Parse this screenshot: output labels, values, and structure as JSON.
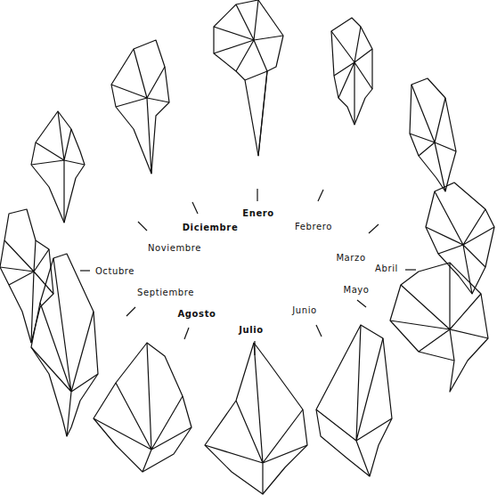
{
  "diagram": {
    "labels": [
      "Enero",
      "Febrero",
      "Marzo",
      "Abril",
      "Mayo",
      "Junio",
      "Julio",
      "Agosto",
      "Septiembre",
      "Octubre",
      "Noviembre",
      "Diciembre"
    ]
  }
}
